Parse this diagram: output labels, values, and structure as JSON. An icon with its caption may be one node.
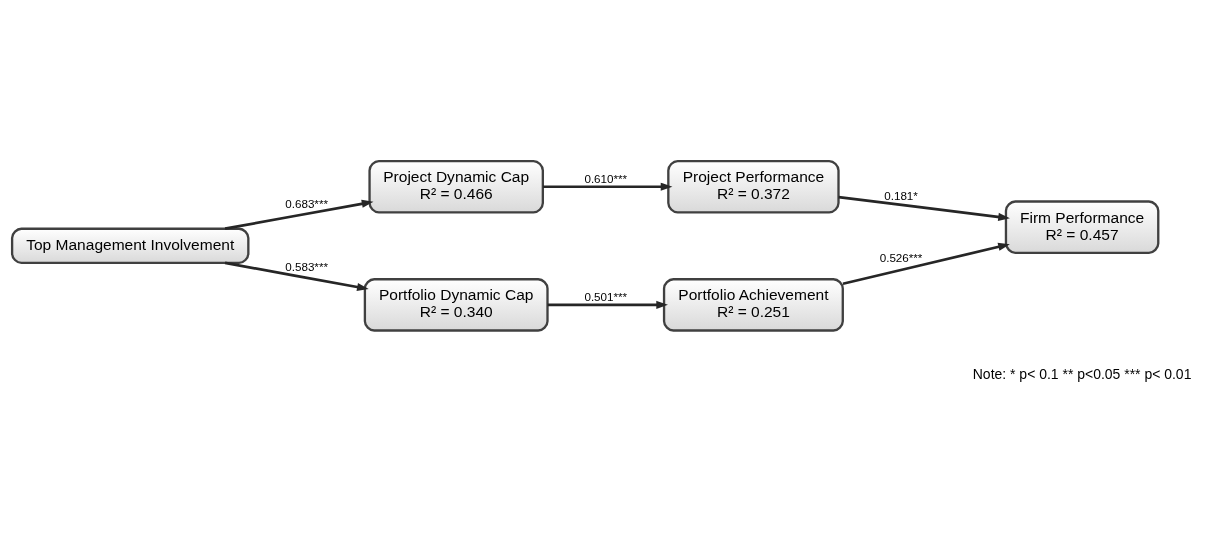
{
  "diagram": {
    "nodes": [
      {
        "text": [
          "Top Management Involvement"
        ]
      },
      {
        "text": [
          "Project Dynamic Cap",
          "R² = 0.466"
        ]
      },
      {
        "text": [
          "Project Performance",
          "R² = 0.372"
        ]
      },
      {
        "text": [
          "Portfolio Dynamic Cap",
          "R² = 0.340"
        ]
      },
      {
        "text": [
          "Portfolio Achievement",
          "R² = 0.251"
        ]
      },
      {
        "text": [
          "Firm Performance",
          "R² = 0.457"
        ]
      }
    ],
    "edges": [
      {
        "from": 0,
        "to": 1,
        "arrow": "to",
        "label": "0.683***"
      },
      {
        "from": 1,
        "to": 2,
        "arrow": "to",
        "label": "0.610***"
      },
      {
        "from": 2,
        "to": 5,
        "arrow": "to",
        "label": "0.181*"
      },
      {
        "from": 0,
        "to": 3,
        "arrow": "to",
        "label": "0.583***"
      },
      {
        "from": 3,
        "to": 4,
        "arrow": "to",
        "label": "0.501***"
      },
      {
        "from": 4,
        "to": 5,
        "arrow": "to",
        "label": "0.526***"
      }
    ],
    "labels": [
      "Note: * p< 0.1 ** p<0.05 *** p< 0.01"
    ]
  }
}
